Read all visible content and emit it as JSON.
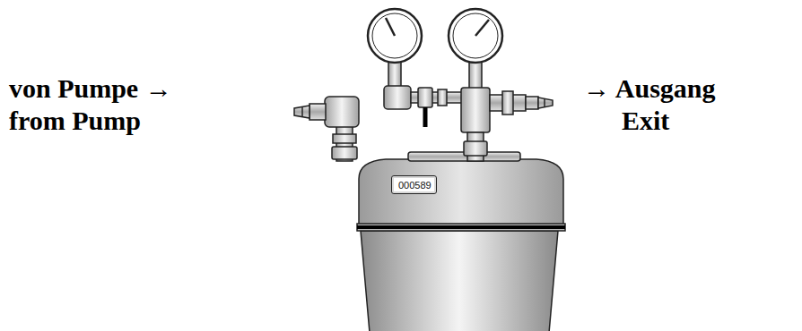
{
  "diagram": {
    "nodes": [
      {
        "text": [
          "000589"
        ]
      }
    ],
    "labels": [
      "von Pumpe →",
      "from Pump",
      "→ Ausgang",
      "Exit"
    ]
  }
}
